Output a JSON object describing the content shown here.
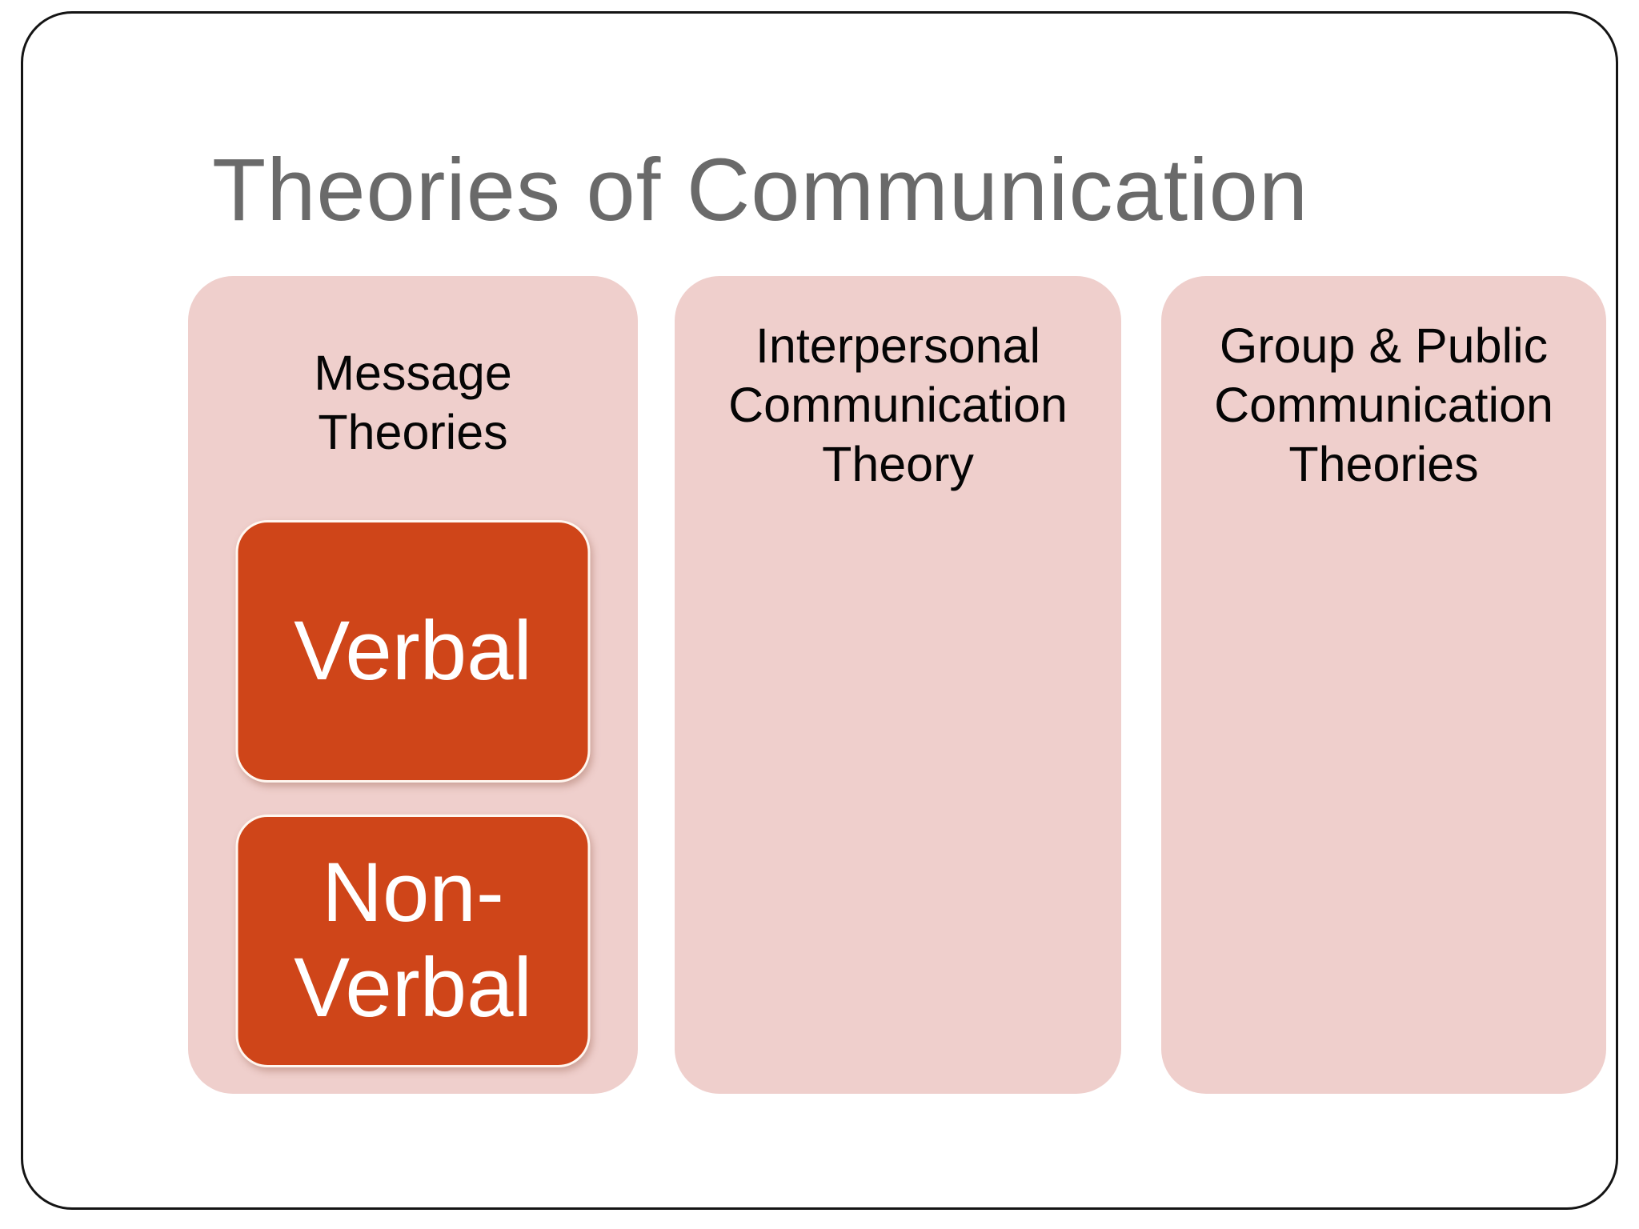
{
  "slide": {
    "title": "Theories of Communication",
    "columns": [
      {
        "heading": "Message Theories",
        "items": [
          {
            "label": "Verbal"
          },
          {
            "label": "Non-Verbal"
          }
        ]
      },
      {
        "heading": "Interpersonal Communication Theory",
        "items": []
      },
      {
        "heading": "Group & Public Communication Theories",
        "items": []
      }
    ],
    "colors": {
      "column_pink": "#EFCFCC",
      "box_orange": "#CF4519",
      "box_outline": "#FFF7F0",
      "title_gray": "#6A6A6A",
      "heading_text": "#050505",
      "box_text": "#FFFFFF",
      "frame_border": "#141414",
      "background": "#FFFFFF"
    }
  }
}
